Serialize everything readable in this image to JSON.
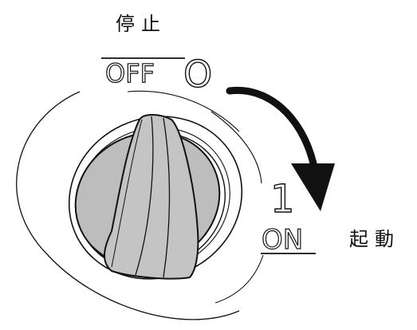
{
  "labels": {
    "stop_jp": "停止",
    "off": "OFF",
    "off_symbol": "O",
    "on_symbol": "1",
    "on": "ON",
    "start_jp": "起動"
  },
  "colors": {
    "knob_fill": "#bfbfbf",
    "knob_shadow": "#a9a9a9",
    "line": "#111111",
    "arrow": "#111111"
  },
  "icons": {
    "rotate_arrow": "clockwise-arrow-icon",
    "knob": "rotary-knob-icon"
  }
}
